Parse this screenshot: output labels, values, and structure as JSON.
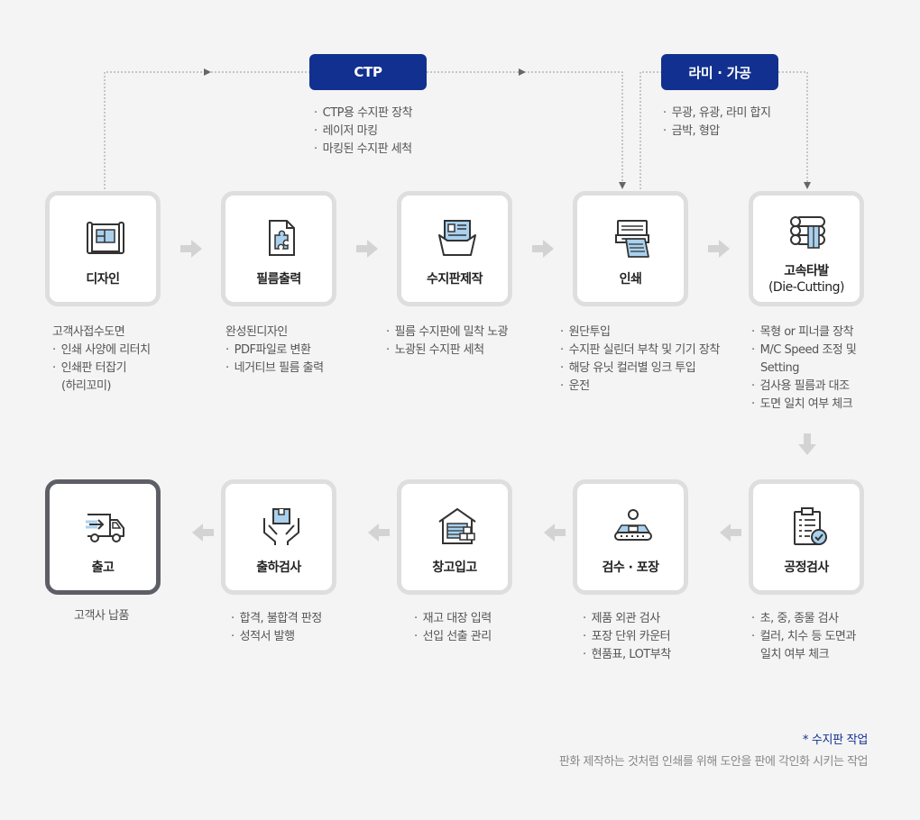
{
  "top_labels": {
    "ctp": "CTP",
    "lami": "라미 · 가공"
  },
  "top_notes": {
    "ctp": [
      "CTP용 수지판 장착",
      "레이저 마킹",
      "마킹된 수지판 세척"
    ],
    "lami": [
      "무광, 유광, 라미 합지",
      "금박, 형압"
    ]
  },
  "steps": {
    "design": {
      "label": "디자인",
      "icon": "blueprint-icon"
    },
    "film": {
      "label": "필름출력",
      "icon": "puzzle-document-icon"
    },
    "resin": {
      "label": "수지판제작",
      "icon": "plate-tray-icon"
    },
    "print": {
      "label": "인쇄",
      "icon": "printer-icon"
    },
    "cutting": {
      "label": "고속타발",
      "sub": "(Die-Cutting)",
      "icon": "rollers-icon"
    },
    "process_check": {
      "label": "공정검사",
      "icon": "clipboard-check-icon"
    },
    "inspect_pack": {
      "label": "검수 · 포장",
      "icon": "conveyor-worker-icon"
    },
    "warehouse": {
      "label": "창고입고",
      "icon": "warehouse-icon"
    },
    "ship_inspect": {
      "label": "출하검사",
      "icon": "hands-box-icon"
    },
    "release": {
      "label": "출고",
      "icon": "truck-icon"
    }
  },
  "notes": {
    "design": {
      "head": "고객사접수도면",
      "items": [
        "인쇄 사양에 리터치",
        "인쇄판 터잡기"
      ],
      "tail": "(하리꼬미)"
    },
    "film": {
      "head": "완성된디자인",
      "items": [
        "PDF파일로 변환",
        "네거티브 필름 출력"
      ]
    },
    "resin": {
      "items": [
        "필름 수지판에 밀착 노광",
        "노광된 수지판 세척"
      ]
    },
    "print": {
      "items": [
        "원단투입",
        "수지판 실린더 부착 및 기기 장착",
        "해당 유닛 컬러별 잉크 투입",
        "운전"
      ]
    },
    "cutting": {
      "items": [
        "목형 or 피너클 장착",
        "M/C Speed 조정 및"
      ],
      "cont": "Setting",
      "items2": [
        "검사용 필름과 대조",
        "도면 일치 여부 체크"
      ]
    },
    "process_check": {
      "items": [
        "초, 중, 종물 검사",
        "컬러, 치수 등 도면과"
      ],
      "cont": "일치 여부 체크"
    },
    "inspect_pack": {
      "items": [
        "제품 외관 검사",
        "포장 단위 카운터",
        "현품표, LOT부착"
      ]
    },
    "warehouse": {
      "items": [
        "재고 대장 입력",
        "선입 선출 관리"
      ]
    },
    "ship_inspect": {
      "items": [
        "합격, 불합격 판정",
        "성적서 발행"
      ]
    },
    "release": {
      "head": "고객사 납품"
    }
  },
  "footer": {
    "title": "* 수지판 작업",
    "desc": "판화 제작하는 것처럼 인쇄를 위해 도안을 판에 각인화 시키는 작업"
  },
  "colors": {
    "accent": "#12308f",
    "icon_blue": "#a9d1ee",
    "box_border": "#dedede",
    "box_border_final": "#5e5e66",
    "arrow": "#d3d3d3"
  }
}
